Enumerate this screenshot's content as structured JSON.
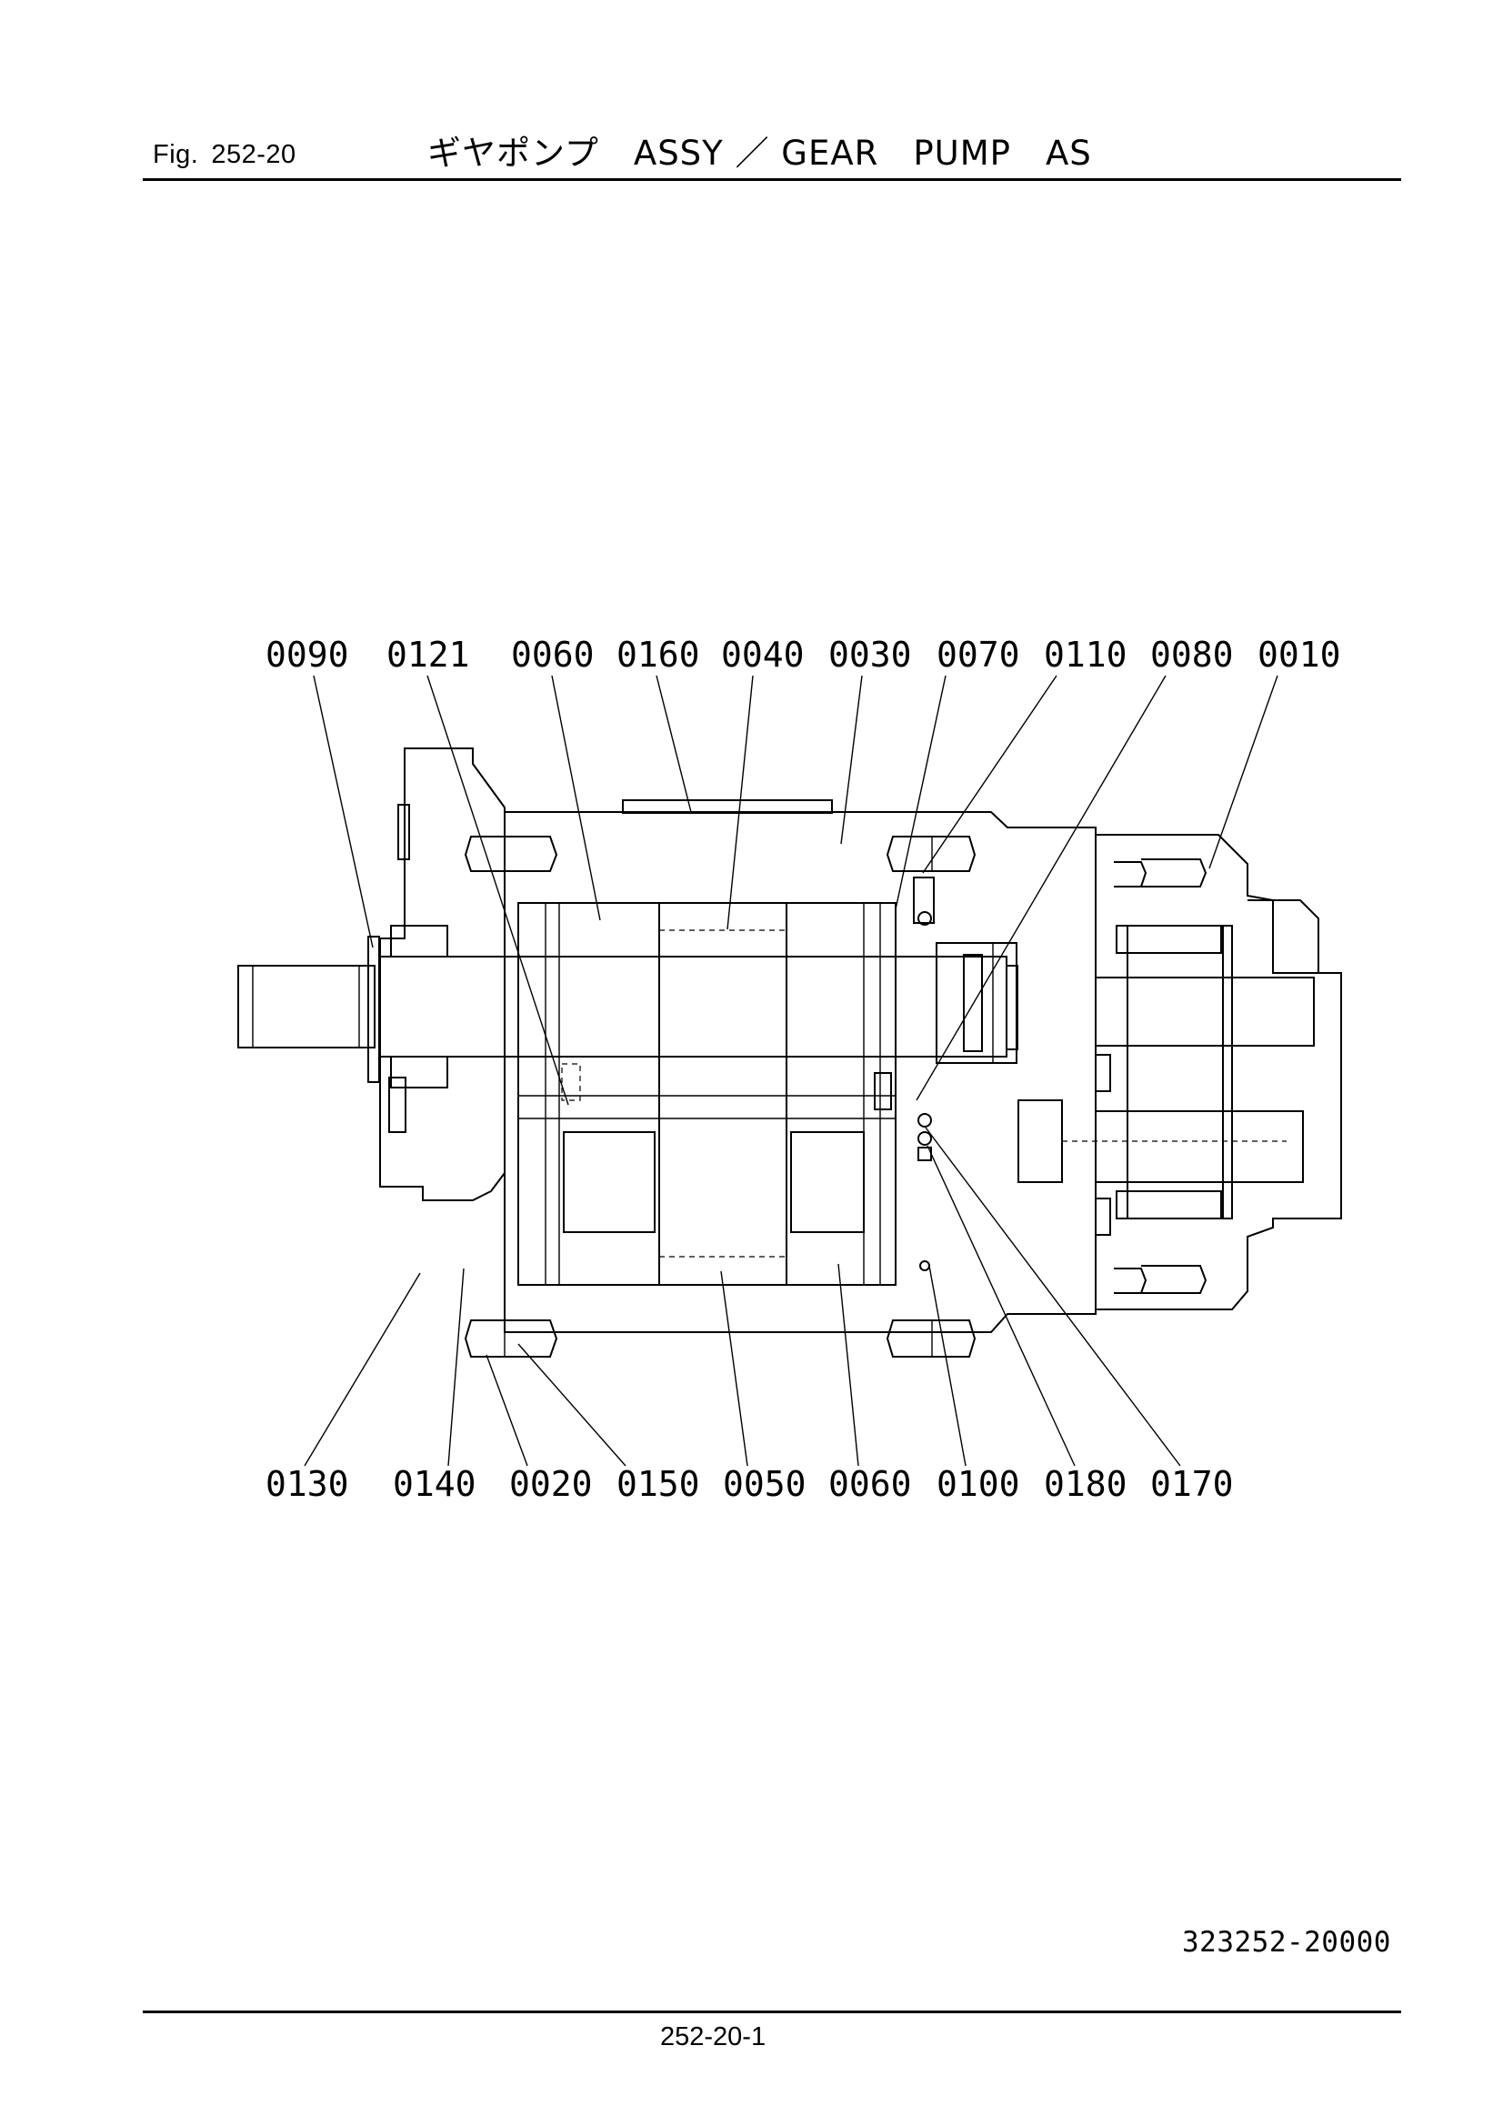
{
  "header": {
    "fig_prefix": "Fig.",
    "fig_number": "252-20",
    "title": "ギヤポンプ　ASSY ／ GEAR　PUMP　AS"
  },
  "top_callouts": [
    "0090",
    "0121",
    "0060",
    "0160",
    "0040",
    "0030",
    "0070",
    "0110",
    "0080",
    "0010"
  ],
  "bottom_callouts": [
    "0130",
    "0140",
    "0020",
    "0150",
    "0050",
    "0060",
    "0100",
    "0180",
    "0170"
  ],
  "footer": {
    "drawing_number": "323252-20000",
    "page_number": "252-20-1"
  }
}
